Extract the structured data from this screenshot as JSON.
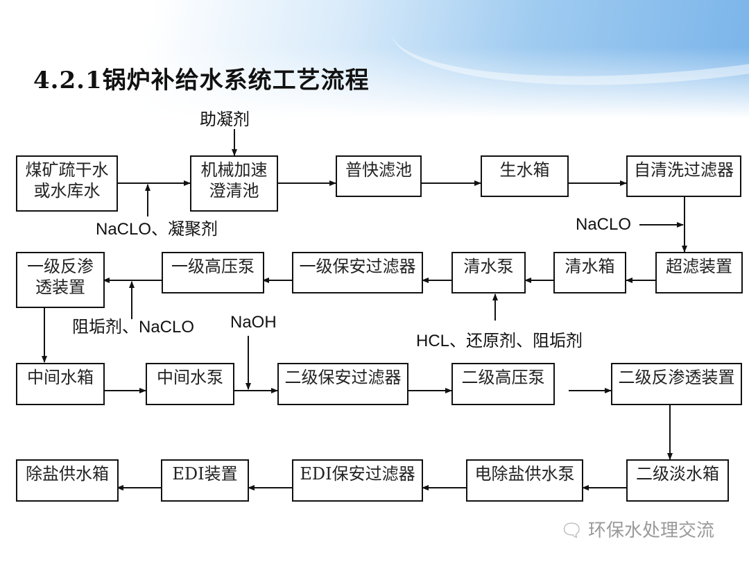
{
  "title": "4.2.1锅炉补给水系统工艺流程",
  "nodes": {
    "coal_mine_water": "煤矿疏干水或水库水",
    "clarifier": "机械加速澄清池",
    "fast_filter": "普快滤池",
    "raw_water_tank": "生水箱",
    "self_clean_filter": "自清洗过滤器",
    "ultrafiltration": "超滤装置",
    "clear_water_tank": "清水箱",
    "clear_water_pump": "清水泵",
    "primary_security_filter": "一级保安过滤器",
    "primary_hp_pump": "一级高压泵",
    "primary_ro": "一级反渗透装置",
    "intermediate_tank": "中间水箱",
    "intermediate_pump": "中间水泵",
    "secondary_security_filter": "二级保安过滤器",
    "secondary_hp_pump": "二级高压泵",
    "secondary_ro": "二级反渗透装置",
    "secondary_fresh_tank": "二级淡水箱",
    "edi_feed_pump": "电除盐供水泵",
    "edi_security_filter": "EDI保安过滤器",
    "edi_unit": "EDI装置",
    "demin_tank": "除盐供水箱"
  },
  "dosing": {
    "coagulant_aid": "助凝剂",
    "naclo_coagulant": "NaCLO、凝聚剂",
    "naclo_uf": "NaCLO",
    "hcl_reducer_antiscalant": "HCL、还原剂、阻垢剂",
    "antiscalant_naclo": "阻垢剂、NaCLO",
    "naoh": "NaOH"
  },
  "watermark": {
    "icon": "wechat-icon",
    "text": "环保水处理交流"
  },
  "colors": {
    "line": "#111111",
    "header_blue": "#7ab4ea",
    "watermark": "#9a9a9a"
  }
}
